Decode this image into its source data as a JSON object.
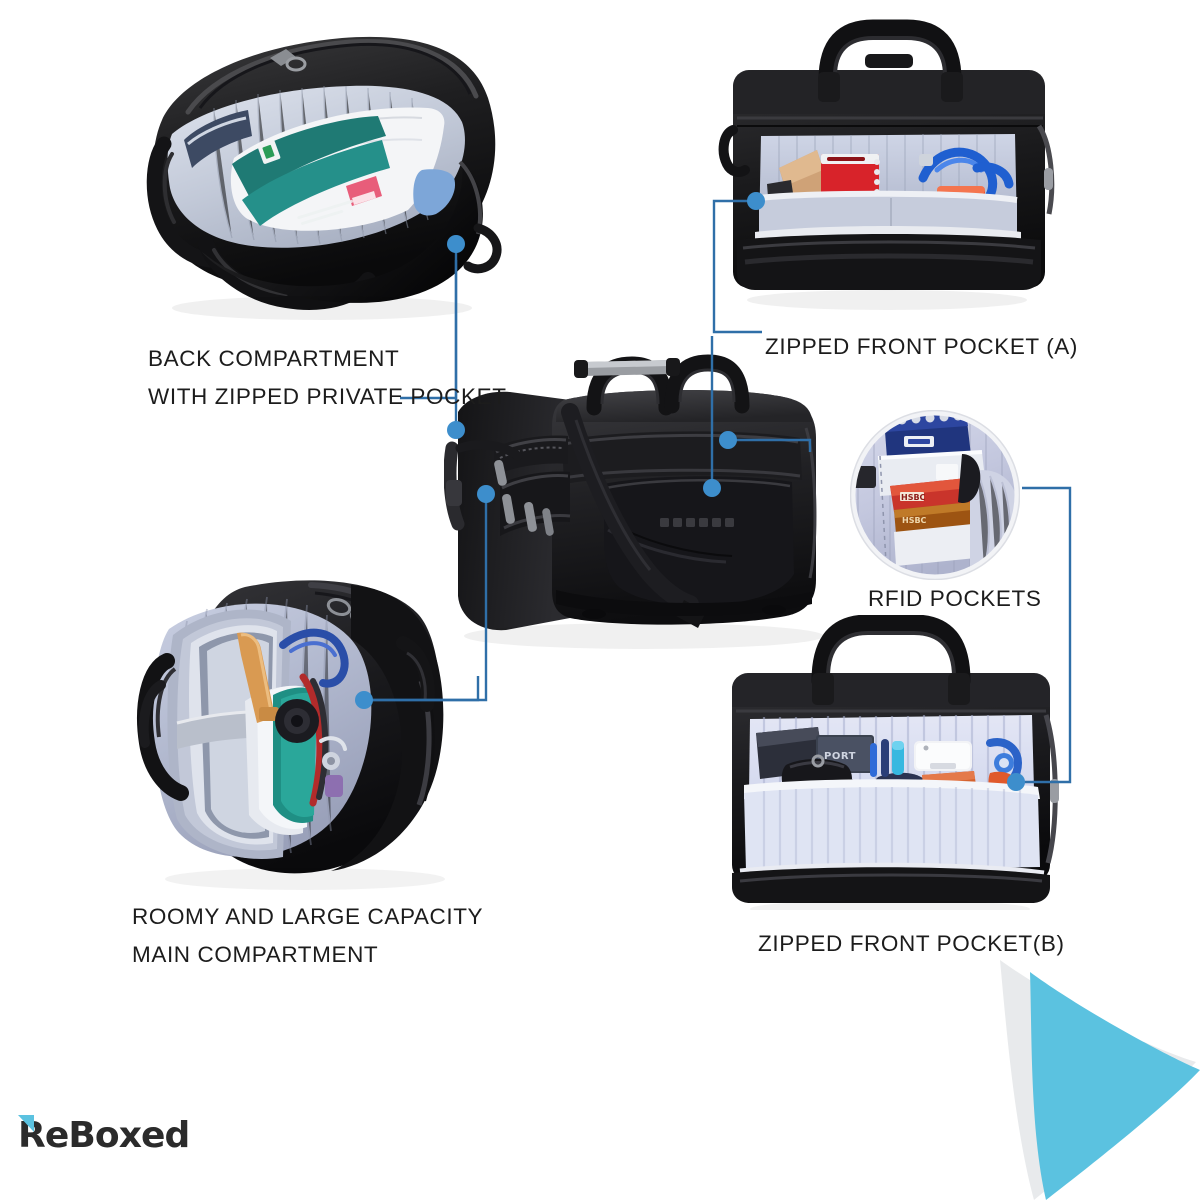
{
  "page": {
    "background_color": "#ffffff",
    "accent_blue": "#3d8ecc",
    "connector_line_color": "#2f6fa8",
    "text_color": "#1c1c1c",
    "sail_color": "#5bc2e0",
    "sail_shadow_color": "#e8eaec"
  },
  "callouts": [
    {
      "id": "back-compartment",
      "line1": "BACK COMPARTMENT",
      "line2": "WITH ZIPPED PRIVATE POCKET"
    },
    {
      "id": "zipped-front-pocket-a",
      "line1": "ZIPPED FRONT POCKET (A)",
      "line2": ""
    },
    {
      "id": "rfid-pockets",
      "line1": "RFID POCKETS",
      "line2": ""
    },
    {
      "id": "roomy-main-compartment",
      "line1": "ROOMY AND LARGE CAPACITY",
      "line2": "MAIN COMPARTMENT"
    },
    {
      "id": "zipped-front-pocket-b",
      "line1": "ZIPPED FRONT POCKET(B)",
      "line2": ""
    }
  ],
  "photos": [
    {
      "id": "photo-back-compartment",
      "alt": "Black laptop briefcase lying flat with rear zipped compartment open revealing documents, a teal folder and white papers inside a light grey lining",
      "contents": [
        "white documents",
        "teal notebook",
        "pink label",
        "grey striped lining"
      ]
    },
    {
      "id": "photo-front-pocket-a",
      "alt": "Black briefcase front view with upper zipped front pocket open showing a red notepad, a tan envelope and a coiled blue ethernet cable",
      "contents": [
        "red notepad",
        "tan envelope",
        "blue cable",
        "orange device"
      ]
    },
    {
      "id": "photo-main-bag",
      "alt": "Three-quarter view of the closed black expandable laptop briefcase with twin carry handles, shoulder strap and multiple zipped compartments"
    },
    {
      "id": "photo-rfid-circle",
      "alt": "Circular close-up inset of the RFID blocking card slots holding HSBC credit cards and a blue spiral notebook"
    },
    {
      "id": "photo-main-compartment",
      "alt": "Black briefcase opened wide showing the roomy main compartment packed with a laptop, books, headphones, cables and accessories",
      "contents": [
        "laptop",
        "books",
        "headphones",
        "blue cable",
        "elastic strap"
      ]
    },
    {
      "id": "photo-front-pocket-b",
      "alt": "Black briefcase front view with lower zipped front pocket open showing a passport, wallet, phone, pens and keys in a lavender striped organiser"
    }
  ],
  "brand": {
    "name": "ReBoxed",
    "accent_shape": "triangle"
  },
  "decoration": {
    "sail": "sail-triangle"
  }
}
